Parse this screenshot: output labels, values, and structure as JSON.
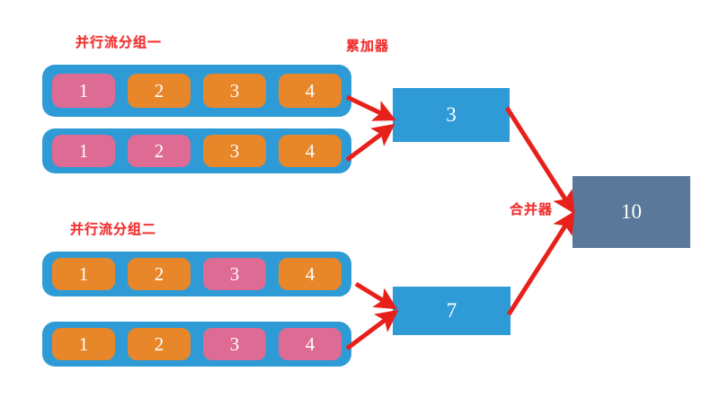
{
  "diagram": {
    "title_group_one": "并行流分组一",
    "title_group_two": "并行流分组二",
    "label_accumulator": "累加器",
    "label_combiner": "合并器",
    "colors": {
      "lane": "#2E9BD6",
      "tile_pink": "#DD6B94",
      "tile_orange": "#E8862A",
      "accumulator_box": "#2E9BD6",
      "combiner_box": "#5A7899",
      "arrow": "#E8201B",
      "label_text": "#F03030"
    },
    "lanes": [
      {
        "name": "group-one-lane-one",
        "tiles": [
          {
            "value": "1",
            "state": "selected"
          },
          {
            "value": "2",
            "state": "default"
          },
          {
            "value": "3",
            "state": "default"
          },
          {
            "value": "4",
            "state": "default"
          }
        ]
      },
      {
        "name": "group-one-lane-two",
        "tiles": [
          {
            "value": "1",
            "state": "selected"
          },
          {
            "value": "2",
            "state": "selected"
          },
          {
            "value": "3",
            "state": "default"
          },
          {
            "value": "4",
            "state": "default"
          }
        ]
      },
      {
        "name": "group-two-lane-one",
        "tiles": [
          {
            "value": "1",
            "state": "default"
          },
          {
            "value": "2",
            "state": "default"
          },
          {
            "value": "3",
            "state": "selected"
          },
          {
            "value": "4",
            "state": "default"
          }
        ]
      },
      {
        "name": "group-two-lane-two",
        "tiles": [
          {
            "value": "1",
            "state": "default"
          },
          {
            "value": "2",
            "state": "default"
          },
          {
            "value": "3",
            "state": "selected"
          },
          {
            "value": "4",
            "state": "selected"
          }
        ]
      }
    ],
    "accumulators": [
      {
        "name": "accumulator-upper",
        "value": "3"
      },
      {
        "name": "accumulator-lower",
        "value": "7"
      }
    ],
    "combiner": {
      "name": "combiner-result",
      "value": "10"
    }
  }
}
